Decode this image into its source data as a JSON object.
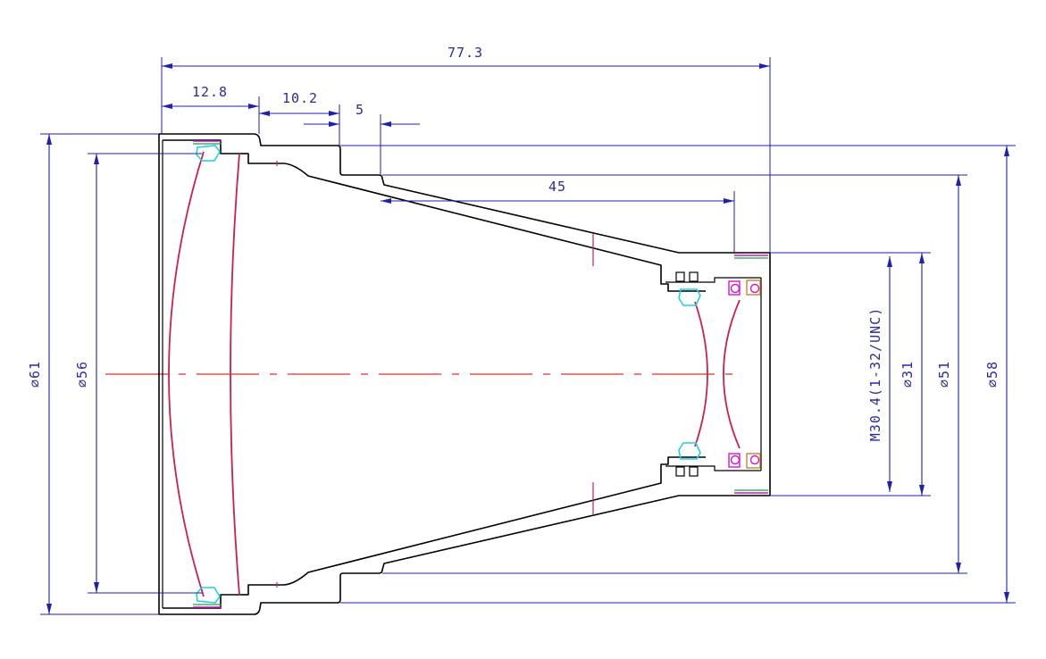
{
  "dimensions": {
    "overall_length": "77.3",
    "front_section": "12.8",
    "step_a": "10.2",
    "step_b": "5",
    "taper_length": "45",
    "dia_61": "⌀61",
    "dia_56": "⌀56",
    "thread": "M30.4(1-32/UNC)",
    "dia_31": "⌀31",
    "dia_51": "⌀51",
    "dia_58": "⌀58"
  },
  "colors": {
    "outline": "#000000",
    "dimension": "#1f1fb0",
    "lens": "#cc1f4f",
    "center_line": "#e0302a",
    "spacer": "#1fd0e8",
    "retainer": "#d414d4"
  }
}
